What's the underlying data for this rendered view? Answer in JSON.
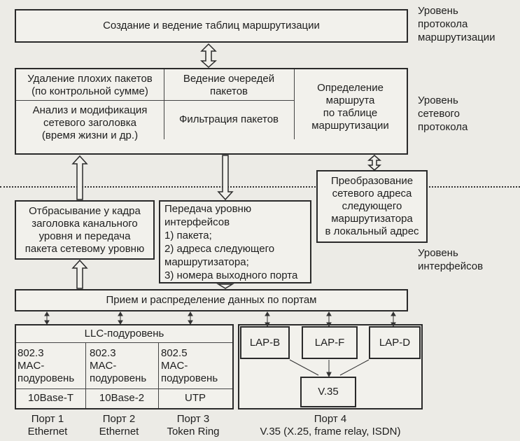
{
  "levels": {
    "routing_protocol": "Уровень\nпротокола\nмаршрутизации",
    "network_protocol": "Уровень\nсетевого\nпротокола",
    "interfaces": "Уровень\nинтерфейсов"
  },
  "routing_tables": "Создание и ведение таблиц маршрутизации",
  "network": {
    "bad_packets": "Удаление плохих пакетов\n(по контрольной сумме)",
    "queues": "Ведение очередей\nпакетов",
    "header_mod": "Анализ и модификация\nсетевого заголовка\n(время жизни и др.)",
    "filtering": "Фильтрация пакетов",
    "route_def": "Определение\nмаршрута\nпо таблице\nмаршрутизации"
  },
  "addr_conversion": "Преобразование\nсетевого адреса\nследующего\nмаршрутизатора\nв локальный адрес",
  "frame_drop": "Отбрасывание у кадра\nзаголовка канального\nуровня и передача\nпакета сетевому уровню",
  "transfer": "Передача уровню\nинтерфейсов\n1) пакета;\n2) адреса следующего\n    маршрутизатора;\n3) номера выходного порта",
  "ports_bar": "Прием и распределение данных по портам",
  "llc": "LLC-подуровень",
  "mac": [
    {
      "std": "802.3\nMAC-\nподуровень",
      "phy": "10Base-T"
    },
    {
      "std": "802.3\nMAC-\nподуровень",
      "phy": "10Base-2"
    },
    {
      "std": "802.5\nMAC-\nподуровень",
      "phy": "UTP"
    }
  ],
  "lap": [
    "LAP-B",
    "LAP-F",
    "LAP-D"
  ],
  "v35": "V.35",
  "port_labels": [
    "Порт 1\nEthernet",
    "Порт 2\nEthernet",
    "Порт 3\nToken Ring",
    "Порт 4\nV.35 (X.25, frame relay, ISDN)"
  ]
}
